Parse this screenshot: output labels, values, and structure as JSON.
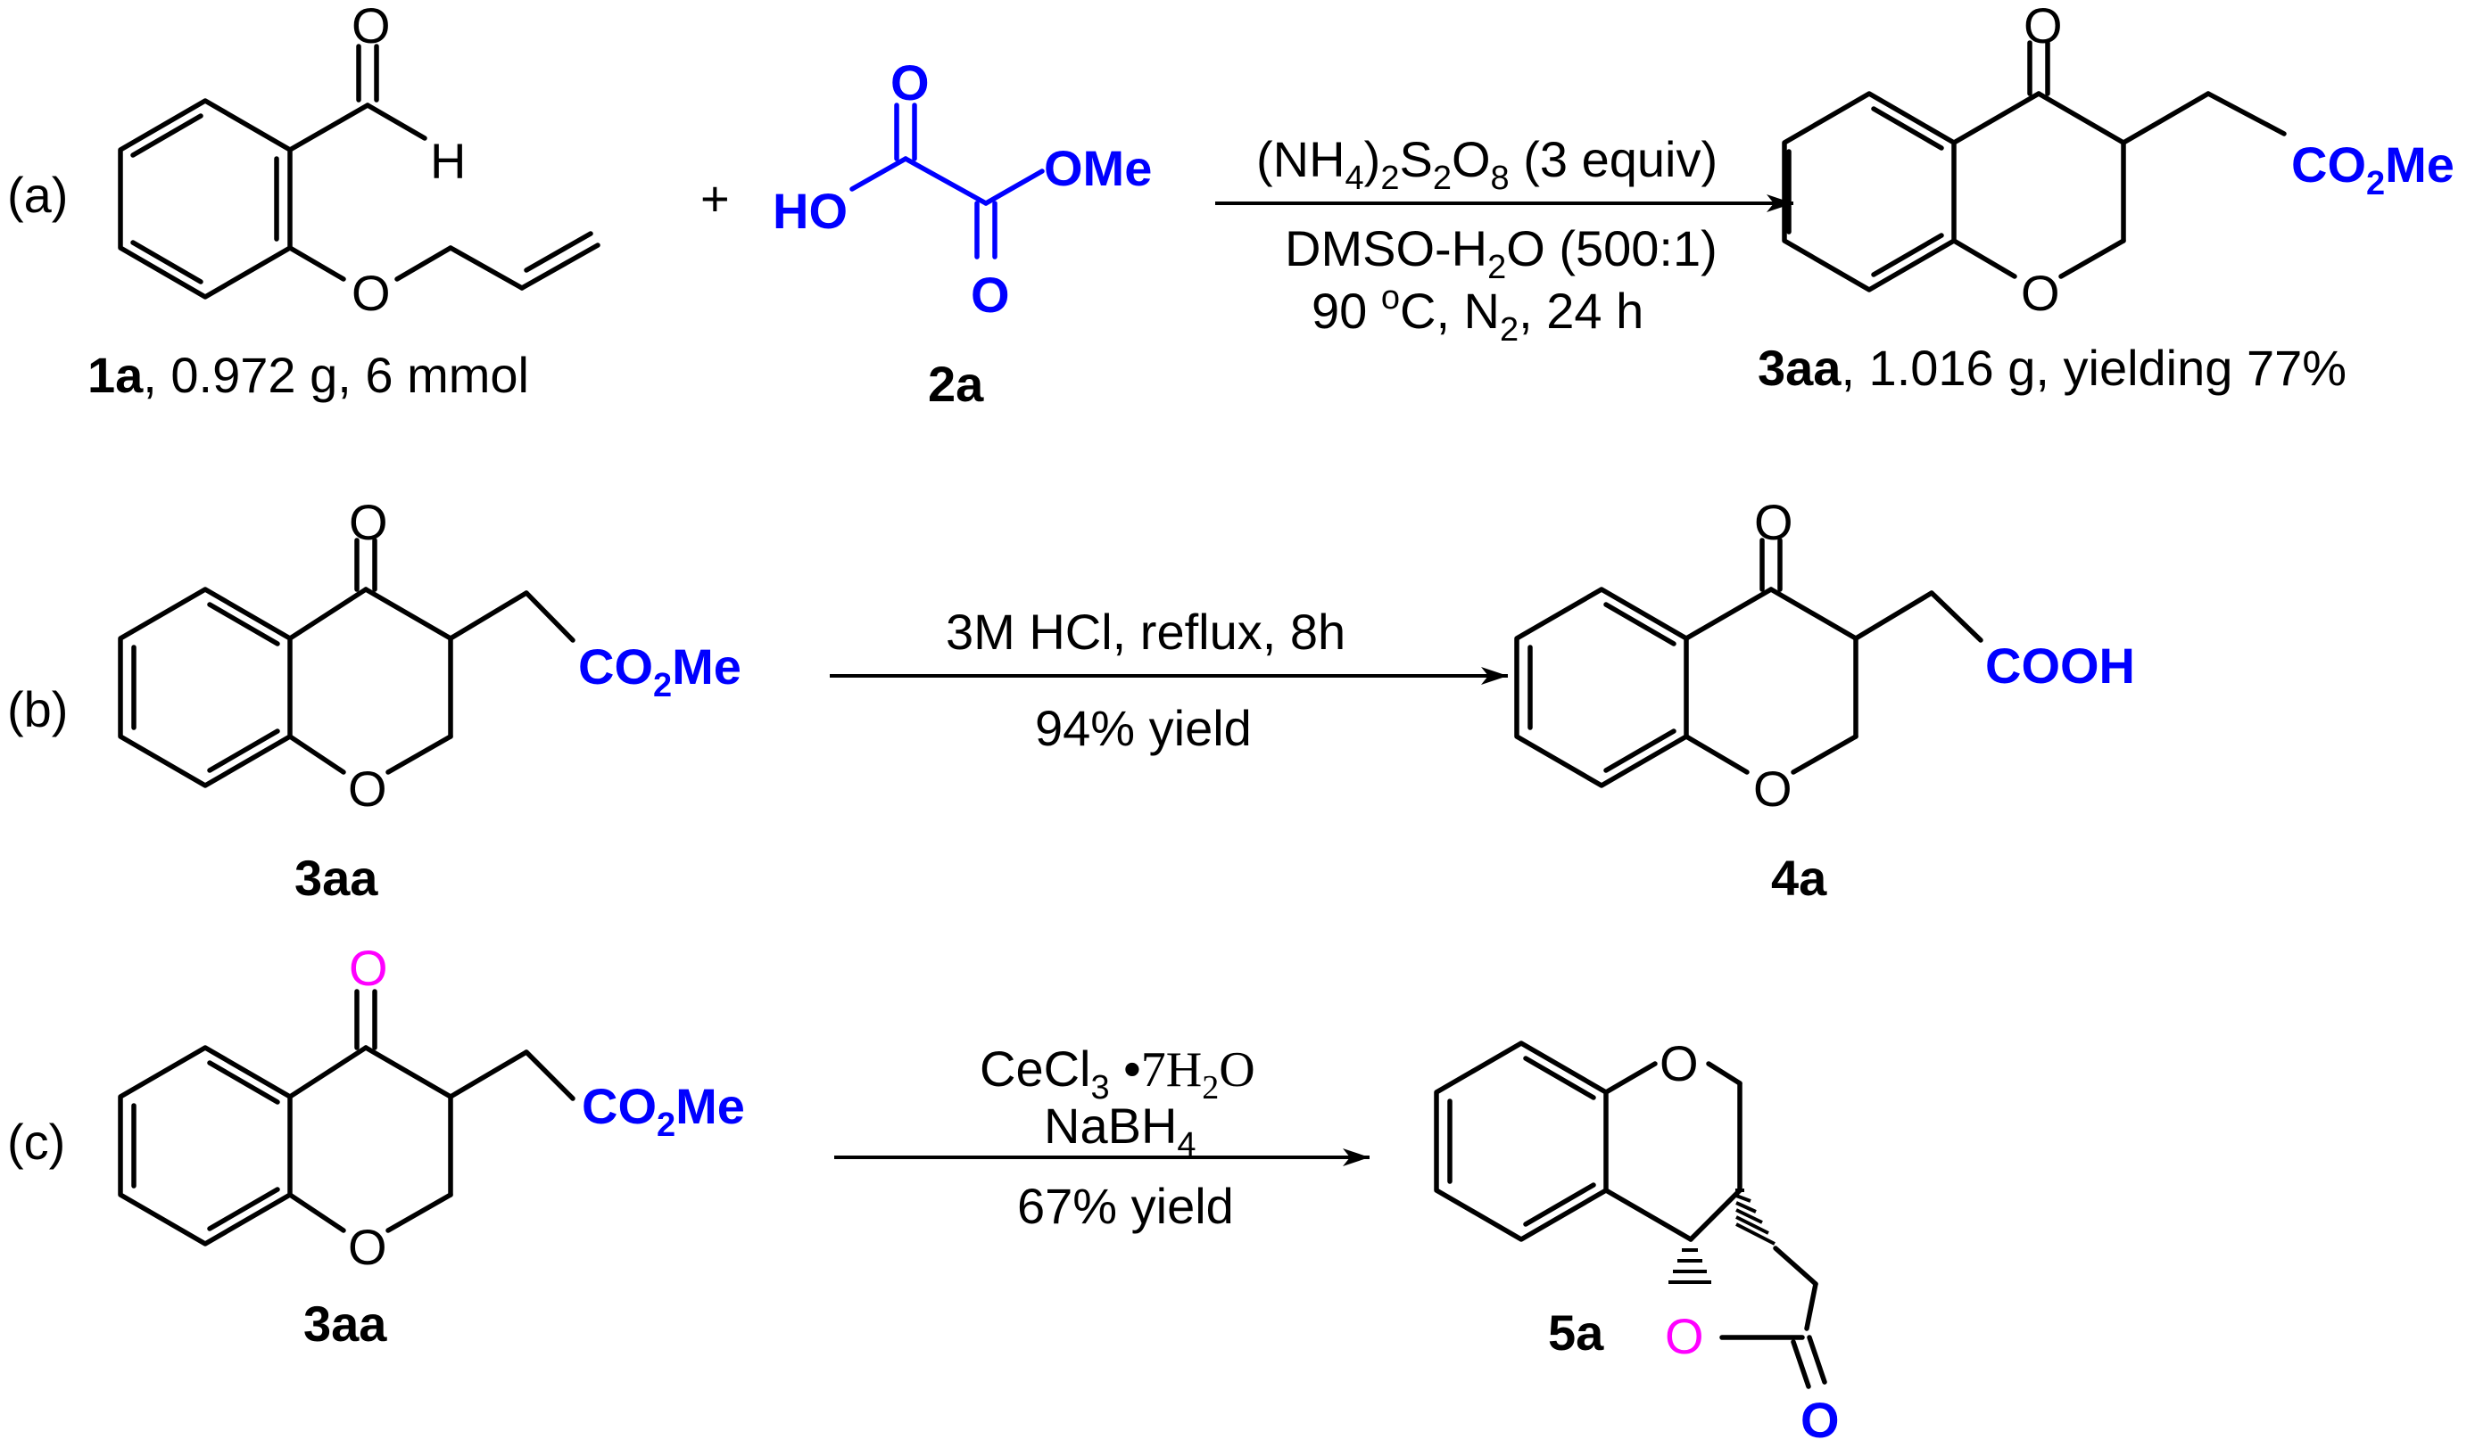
{
  "scheme": {
    "a": {
      "label": "(a)",
      "plus": "+",
      "reactant1": {
        "id": "1a",
        "detail": ", 0.972 g, 6 mmol"
      },
      "reactant2": {
        "id": "2a"
      },
      "conditions": {
        "line1": "(NH4)2S2O8 (3 equiv)",
        "line2": "DMSO-H2O (500:1)",
        "line3": "90 oC, N2, 24 h"
      },
      "product": {
        "id": "3aa",
        "detail": ", 1.016 g, yielding 77%"
      }
    },
    "b": {
      "label": "(b)",
      "reactant": {
        "id": "3aa"
      },
      "conditions": {
        "line1": "3M HCl, reflux, 8h",
        "line2": "94% yield"
      },
      "product": {
        "id": "4a"
      }
    },
    "c": {
      "label": "(c)",
      "reactant": {
        "id": "3aa"
      },
      "conditions": {
        "line1": "CeCl3 •7H2O",
        "line2": "NaBH4",
        "line3": "67% yield"
      },
      "product": {
        "id": "5a"
      }
    },
    "atoms": {
      "O": "O",
      "H": "H",
      "HO": "HO",
      "OMe": "OMe",
      "CO2Me": "CO2Me",
      "COOH": "COOH"
    },
    "colors": {
      "highlight": "#0000ff",
      "oxygen_tracked": "#ff00ff",
      "bonds": "#000000"
    }
  }
}
